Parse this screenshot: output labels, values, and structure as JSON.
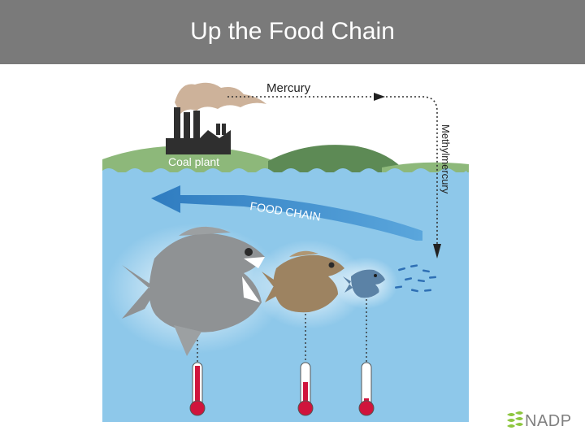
{
  "slide": {
    "title": "Up the Food Chain"
  },
  "diagram": {
    "label_mercury": "Mercury",
    "label_methylmercury": "Methylmercury",
    "label_coal_plant": "Coal plant",
    "label_food_chain": "FOOD CHAIN"
  },
  "logo": {
    "text": "NADP"
  },
  "colors": {
    "title_bar": "#7a7a7a",
    "water": "#8ec8ea",
    "hill_light": "#8db87a",
    "hill_dark": "#5d8a55",
    "arrow": "#3f8cc8",
    "thermometer": "#d0143c",
    "logo_green": "#8dc63f"
  }
}
